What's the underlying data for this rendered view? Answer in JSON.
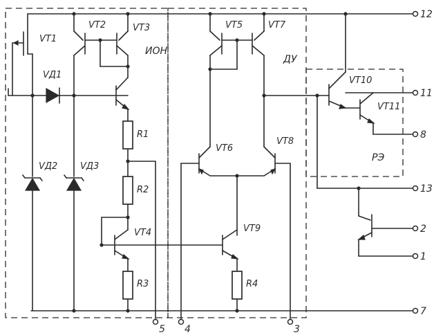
{
  "blocks": {
    "ion": "ИОН",
    "du": "ДУ",
    "re": "РЭ"
  },
  "components": {
    "vt1": "VT1",
    "vt2": "VT2",
    "vt3": "VT3",
    "vt4": "VT4",
    "vt5": "VT5",
    "vt6": "VT6",
    "vt7": "VT7",
    "vt8": "VT8",
    "vt9": "VT9",
    "vt10": "VT10",
    "vt11": "VT11",
    "vd1": "VД1",
    "vd2": "VД2",
    "vd3": "VД3",
    "r1": "R1",
    "r2": "R2",
    "r3": "R3",
    "r4": "R4"
  },
  "pins": {
    "p12": "12",
    "p11": "11",
    "p8": "8",
    "p13": "13",
    "p2": "2",
    "p1": "1",
    "p7": "7",
    "p5": "5",
    "p4": "4",
    "p3": "3"
  }
}
